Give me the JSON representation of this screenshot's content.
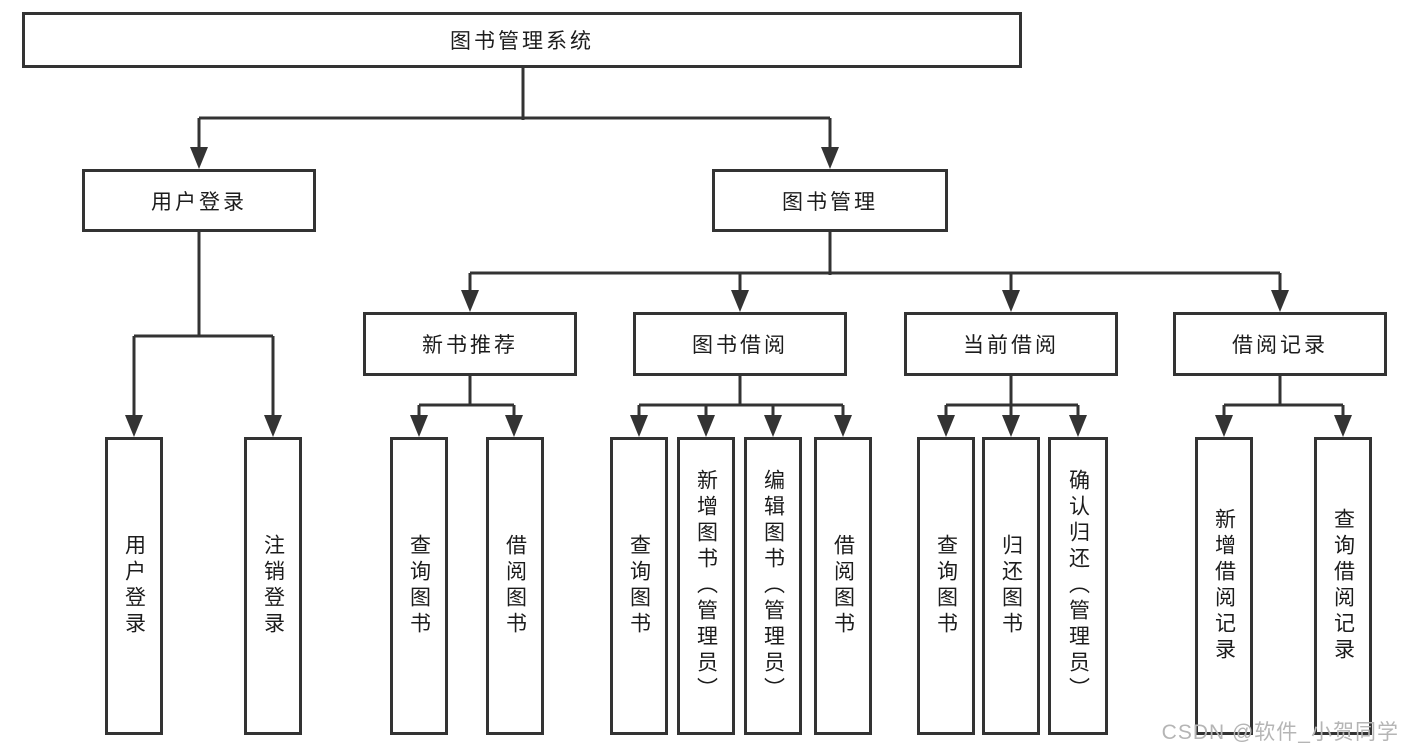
{
  "diagram": {
    "title": "图书管理系统",
    "level2": [
      {
        "label": "用户登录",
        "children": [
          "用户登录",
          "注销登录"
        ]
      },
      {
        "label": "图书管理",
        "groups": [
          {
            "label": "新书推荐",
            "children": [
              "查询图书",
              "借阅图书"
            ]
          },
          {
            "label": "图书借阅",
            "children": [
              "查询图书",
              "新增图书︵管理员︶",
              "编辑图书︵管理员︶",
              "借阅图书"
            ]
          },
          {
            "label": "当前借阅",
            "children": [
              "查询图书",
              "归还图书",
              "确认归还︵管理员︶"
            ]
          },
          {
            "label": "借阅记录",
            "children": [
              "新增借阅记录",
              "查询借阅记录"
            ]
          }
        ]
      }
    ],
    "colors": {
      "line": "#333333",
      "box_background": "#ffffff",
      "text": "#1c1c1c"
    }
  },
  "watermark": {
    "text": "CSDN @软件_小贺同学",
    "color": "#b5b5b5"
  }
}
